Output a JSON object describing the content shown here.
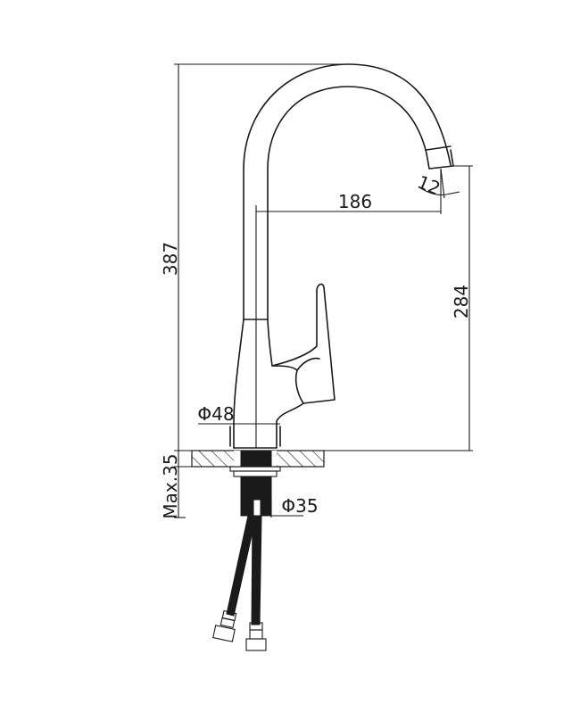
{
  "dimensions": {
    "total_height": "387",
    "spout_reach": "186",
    "spout_height": "284",
    "spout_angle": "12",
    "base_diameter": "Φ48",
    "hole_diameter": "Φ35",
    "max_deck_thickness": "Max.35"
  },
  "colors": {
    "ink": "#1a1a1a",
    "background": "#ffffff"
  }
}
